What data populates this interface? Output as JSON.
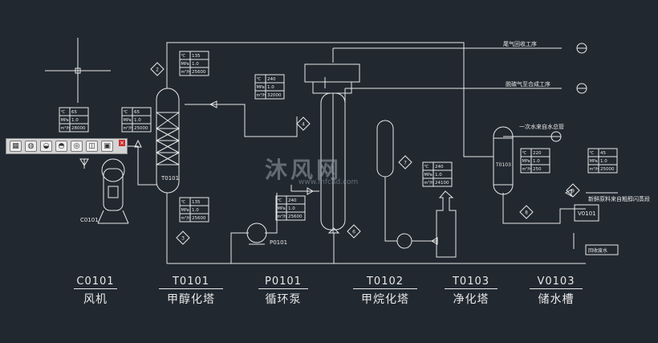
{
  "equipment": [
    {
      "code": "C0101",
      "name": "风机"
    },
    {
      "code": "T0101",
      "name": "甲醇化塔"
    },
    {
      "code": "P0101",
      "name": "循环泵"
    },
    {
      "code": "T0102",
      "name": "甲烷化塔"
    },
    {
      "code": "T0103",
      "name": "净化塔"
    },
    {
      "code": "V0103",
      "name": "储水槽"
    }
  ],
  "tags": {
    "t0101": "T0101",
    "t0103": "T0103",
    "p0101": "P0101",
    "v0101": "V0101",
    "c0101": "C0101"
  },
  "flows": {
    "tail_gas": "尾气回收工序",
    "decarb_gas": "脱碳气至合成工序",
    "water_primary": "一次水来自水总管",
    "fresh_feed": "新鲜原料来自粗醇闪蒸段",
    "waste_water": "回收废水"
  },
  "balloons": [
    "2",
    "4",
    "3",
    "6",
    "7",
    "8",
    "9"
  ],
  "data_units": [
    "℃",
    "MPa",
    "m³/h"
  ],
  "data_boxes": [
    {
      "id": "b1",
      "values": [
        "135",
        "1.0",
        "25600"
      ]
    },
    {
      "id": "b2",
      "values": [
        "240",
        "1.0",
        "32000"
      ]
    },
    {
      "id": "b3",
      "values": [
        "65",
        "1.0",
        "28000"
      ]
    },
    {
      "id": "b4",
      "values": [
        "65",
        "1.0",
        "25000"
      ]
    },
    {
      "id": "b5",
      "values": [
        "135",
        "1.0",
        "25600"
      ]
    },
    {
      "id": "b6",
      "values": [
        "240",
        "1.0",
        "25600"
      ]
    },
    {
      "id": "b7",
      "values": [
        "240",
        "1.0",
        "24100"
      ]
    },
    {
      "id": "b8",
      "values": [
        "220",
        "1.0",
        "250"
      ]
    },
    {
      "id": "b9",
      "values": [
        "45",
        "1.0",
        "25000"
      ]
    }
  ],
  "watermark": {
    "main": "沐风网",
    "sub": "www.mfcad.com"
  }
}
